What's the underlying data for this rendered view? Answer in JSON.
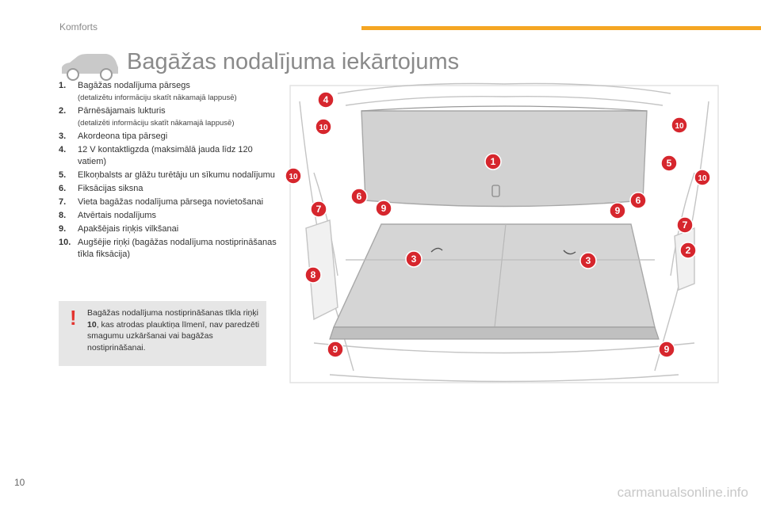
{
  "header": {
    "section": "Komforts"
  },
  "title": "Bagāžas nodalījuma iekārtojums",
  "items": [
    {
      "num": "1.",
      "text": "Bagāžas nodalījuma pārsegs",
      "sub": "(detalizētu informāciju skatīt nākamajā lappusē)"
    },
    {
      "num": "2.",
      "text": "Pārnēsājamais lukturis",
      "sub": "(detalizēti informāciju skatīt nākamajā lappusē)"
    },
    {
      "num": "3.",
      "text": "Akordeona tipa pārsegi"
    },
    {
      "num": "4.",
      "text": "12 V kontaktligzda (maksimālā jauda līdz 120 vatiem)"
    },
    {
      "num": "5.",
      "text": "Elkoņbalsts ar glāžu turētāju un sīkumu nodalījumu"
    },
    {
      "num": "6.",
      "text": "Fiksācijas siksna"
    },
    {
      "num": "7.",
      "text": "Vieta bagāžas nodalījuma pārsega novietošanai"
    },
    {
      "num": "8.",
      "text": "Atvērtais nodalījums"
    },
    {
      "num": "9.",
      "text": "Apakšējais riņķis vilkšanai"
    },
    {
      "num": "10.",
      "text": "Augšējie riņķi (bagāžas nodalījuma nostiprināšanas tīkla fiksācija)"
    }
  ],
  "warning": {
    "mark": "!",
    "text_a": "Bagāžas nodalījuma nostiprināšanas tīkla riņķi ",
    "bold": "10",
    "text_b": ", kas atrodas plauktiņa līmenī, nav paredzēti smagumu uzkāršanai vai bagāžas nostiprināšanai."
  },
  "callouts": [
    "1",
    "2",
    "3",
    "3",
    "4",
    "5",
    "6",
    "6",
    "7",
    "7",
    "8",
    "9",
    "9",
    "9",
    "9",
    "10",
    "10",
    "10",
    "10"
  ],
  "colors": {
    "accent": "#f5a623",
    "callout": "#d6262d",
    "warning": "#e3342f"
  },
  "footer": {
    "page": "10",
    "watermark": "carmanualsonline.info"
  }
}
